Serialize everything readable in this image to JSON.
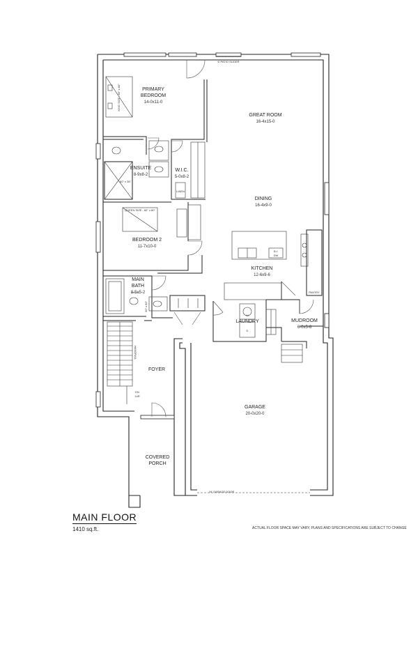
{
  "plan": {
    "title": "MAIN FLOOR",
    "area": "1410 sq.ft.",
    "disclaimer": "ACTUAL FLOOR SPACE MAY VARY, PLANS AND SPECIFICATIONS ARE SUBJECT TO CHANGE"
  },
  "rooms": {
    "primary_bedroom": {
      "name_line1": "PRIMARY",
      "name_line2": "BEDROOM",
      "size": "14-0x11-0"
    },
    "great_room": {
      "name": "GREAT ROOM",
      "size": "16-4x15-0"
    },
    "ensuite": {
      "name": "ENSUITE",
      "size": "8-9x8-2"
    },
    "wic": {
      "name": "W.I.C.",
      "size": "5-0x8-2"
    },
    "dining": {
      "name": "DINING",
      "size": "16-4x9-0"
    },
    "bedroom2": {
      "name": "BEDROOM 2",
      "size": "11-7x10-0"
    },
    "kitchen": {
      "name": "KITCHEN",
      "size": "12-6x9-6"
    },
    "main_bath": {
      "name_line1": "MAIN",
      "name_line2": "BATH",
      "size": "8-5x5-2"
    },
    "laundry": {
      "name": "LAUNDRY"
    },
    "mudroom": {
      "name": "MUDROOM",
      "size": "6-0x5-6"
    },
    "foyer": {
      "name": "FOYER"
    },
    "garage": {
      "name": "GARAGE",
      "size": "20-0x20-0"
    },
    "covered_porch": {
      "name_line1": "COVERED",
      "name_line2": "PORCH"
    }
  },
  "annotations": {
    "patio_slider": "6' PATIO SLIDER",
    "garage_door": "16' GARAGE DOOR",
    "pantry": "PANTRY",
    "linen": "LINEN",
    "dishwasher": "DW",
    "bi": "B.I.",
    "washer": "W",
    "dryer": "D",
    "stair_dn": "DN",
    "stair_risers": "14R",
    "handrail": "HANDRAIL",
    "queen_bed_primary": "KING SIZE - 80\" x 80\"",
    "queen_bed_b2": "QUEEN SIZE - 60\" x 80\"",
    "shower": "60\" x 36\"",
    "tub": "30\" x 60\""
  }
}
